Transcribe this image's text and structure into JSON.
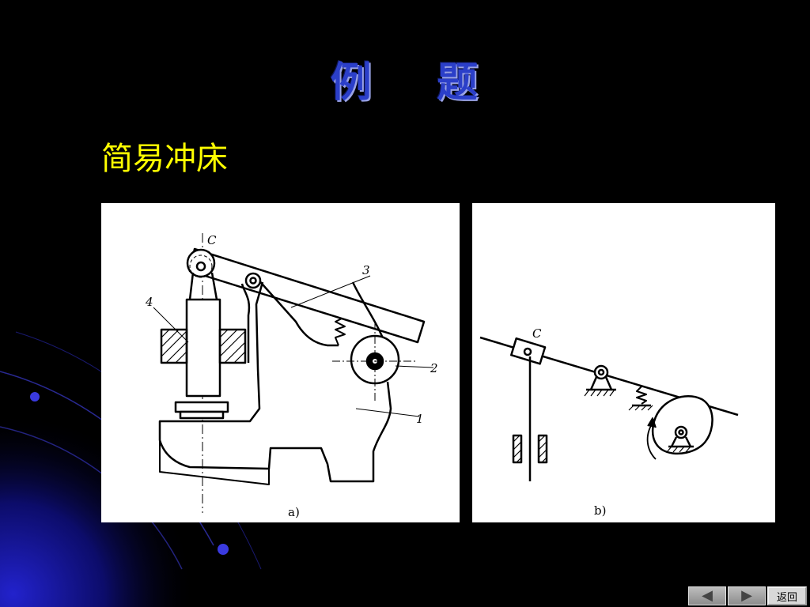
{
  "slide": {
    "title": "例    题",
    "subtitle": "简易冲床",
    "colors": {
      "background": "#000000",
      "title": "#2b3fc9",
      "subtitle": "#ffff00",
      "accent": "#1a1aa8"
    }
  },
  "diagram_a": {
    "caption": "a)",
    "labels": {
      "c": "C",
      "n1": "1",
      "n2": "2",
      "n3": "3",
      "n4": "4"
    }
  },
  "diagram_b": {
    "caption": "b)",
    "labels": {
      "c": "C"
    }
  },
  "nav": {
    "prev_icon": "triangle-left-icon",
    "next_icon": "triangle-right-icon",
    "return_label": "返回"
  }
}
